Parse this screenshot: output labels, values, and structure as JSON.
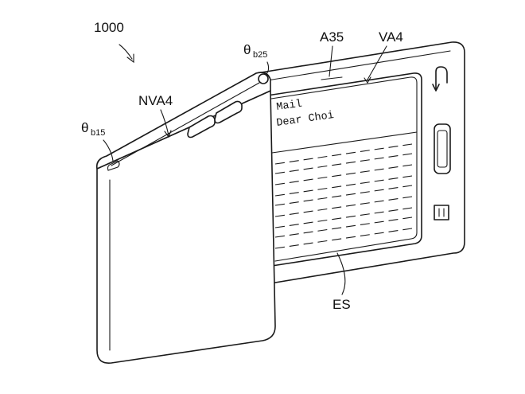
{
  "figure": {
    "ref_label": "1000",
    "labels": {
      "theta_b25": {
        "symbol": "θ",
        "sub": "b25"
      },
      "theta_b15": {
        "symbol": "θ",
        "sub": "b15"
      },
      "a35": "A35",
      "va4": "VA4",
      "nva4": "NVA4",
      "es": "ES"
    },
    "screen_text": {
      "line1": "Mail",
      "line2": "Dear Choi"
    },
    "colors": {
      "line": "#1a1a1a",
      "background": "#ffffff"
    },
    "icons": [
      "back-arrow-icon",
      "home-button-icon",
      "menu-icon"
    ]
  }
}
